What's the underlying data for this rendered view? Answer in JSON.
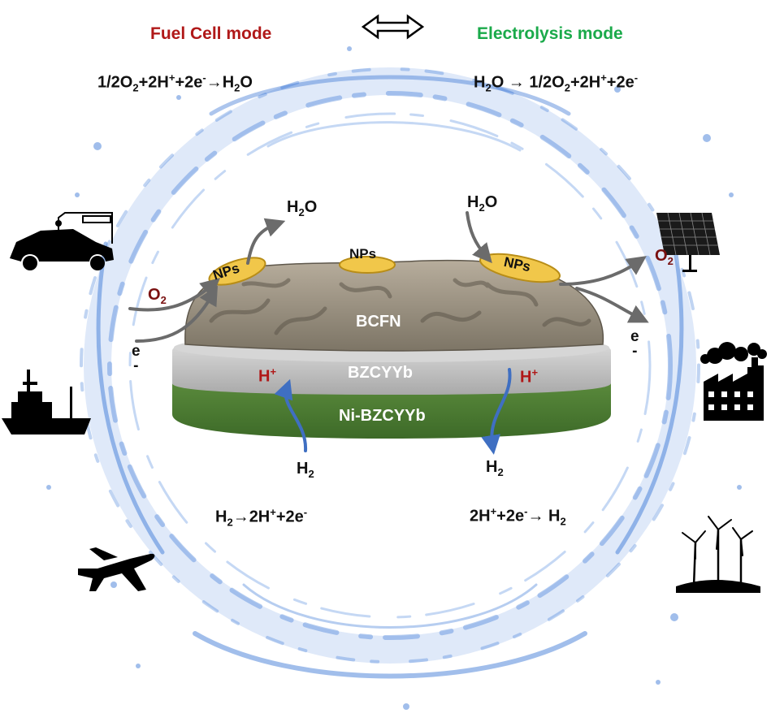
{
  "modes": {
    "fuel_cell": "Fuel Cell mode",
    "electrolysis": "Electrolysis mode"
  },
  "reactions": {
    "fuel_cell_cathode": {
      "a": "1/2O",
      "a_sub": "2",
      "b": "+2H",
      "b_sup": "+",
      "c": "+2e",
      "c_sup": "-",
      "d": "→H",
      "d_sub": "2",
      "e": "O"
    },
    "electrolysis_anode": {
      "a": "H",
      "a_sub": "2",
      "b": "O → 1/2O",
      "b_sub": "2",
      "c": "+2H",
      "c_sup": "+",
      "d": "+2e",
      "d_sup": "-"
    },
    "fuel_cell_anode": {
      "a": "H",
      "a_sub": "2",
      "b": "→2H",
      "b_sup": "+",
      "c": "+2e",
      "c_sup": "-"
    },
    "electrolysis_cathode": {
      "a": "2H",
      "a_sup": "+",
      "b": "+2e",
      "b_sup": "-",
      "c": "→ H",
      "c_sub": "2"
    }
  },
  "species": {
    "h2o": "H",
    "h2o_sub": "2",
    "h2o_tail": "O",
    "o2": "O",
    "o2_sub": "2",
    "h_ion": "H",
    "h_ion_sup": "+",
    "h2": "H",
    "h2_sub": "2",
    "e": "e",
    "e_sign": "-"
  },
  "layers": {
    "cathode": "BCFN",
    "electrolyte": "BZCYYb",
    "anode": "Ni-BZCYYb",
    "nanoparticles": "NPs"
  },
  "colors": {
    "red_text": "#b01818",
    "green_text": "#1aaa4a",
    "o2_text": "#7a1010",
    "cathode": "#8c8476",
    "electrolyte": "#c8c8c8",
    "anode": "#4a7a32",
    "np_fill": "#f1c74a",
    "gray_arrow": "#6b6b6b",
    "blue_arrow": "#3f6fc2",
    "splash": "#2f6fd3"
  },
  "icons": [
    "car-icon",
    "ship-icon",
    "airplane-icon",
    "solar-panel-icon",
    "factory-icon",
    "wind-turbine-icon",
    "double-arrow-icon"
  ]
}
